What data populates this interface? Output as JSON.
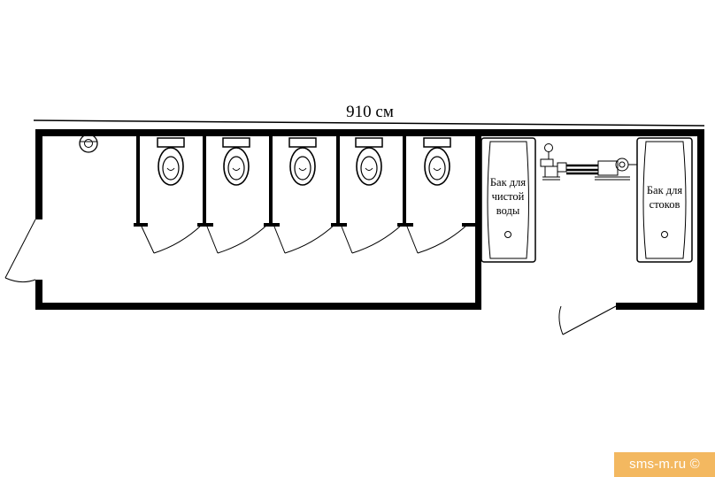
{
  "dimension": {
    "width_label": "910 см"
  },
  "tanks": {
    "clean_water": [
      "Бак для",
      "чистой",
      "воды"
    ],
    "waste": [
      "Бак для",
      "стоков"
    ]
  },
  "stalls": {
    "count": 5
  },
  "watermark": "sms-m.ru ©"
}
